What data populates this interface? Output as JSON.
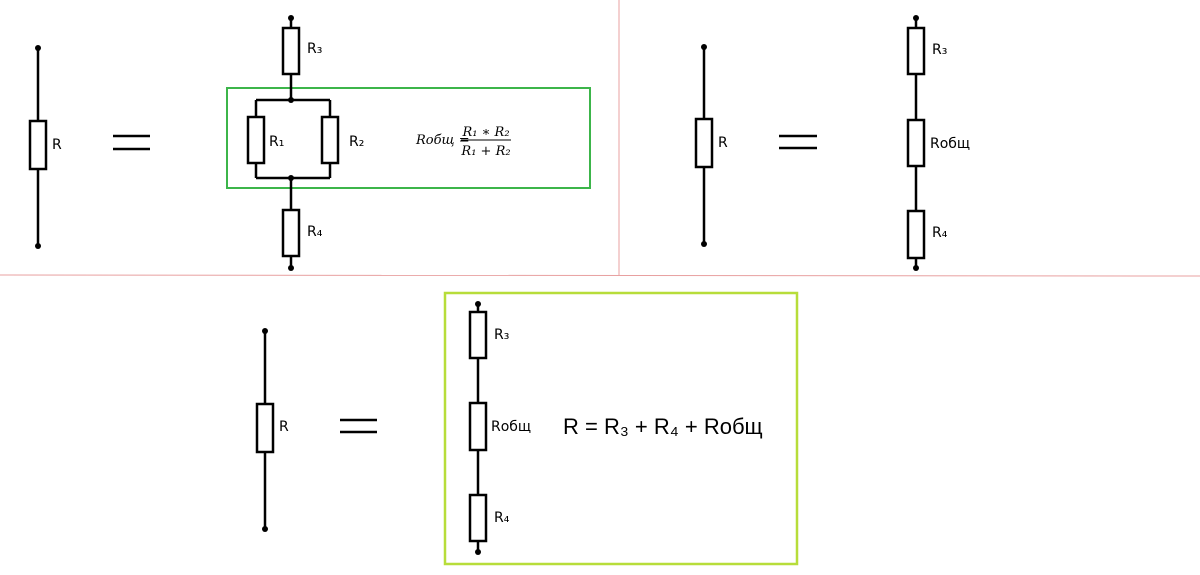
{
  "labels": {
    "r": "R",
    "r1": "R₁",
    "r2": "R₂",
    "r3": "R₃",
    "r4": "R₄",
    "rtotal": "Rобщ"
  },
  "formula_parallel": {
    "lhs": "Rобщ =",
    "numerator": "R₁ ∗ R₂",
    "denominator": "R₁ + R₂"
  },
  "formula_series": "R = R₃ + R₄ + Rобщ",
  "colors": {
    "divider": "#e8a0a0",
    "box_parallel": "#3cb54a",
    "box_series": "#b7dd3a"
  }
}
